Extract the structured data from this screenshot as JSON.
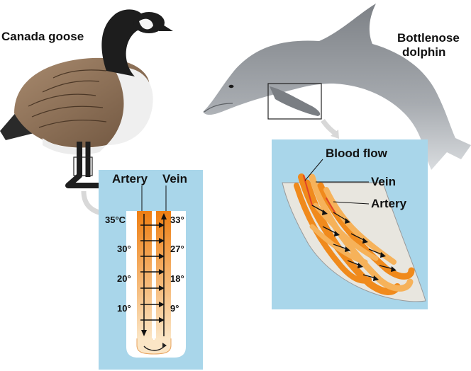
{
  "animals": {
    "goose": "Canada goose",
    "dolphin_line1": "Bottlenose",
    "dolphin_line2": "dolphin"
  },
  "goose_panel": {
    "artery_label": "Artery",
    "vein_label": "Vein",
    "artery_temps": [
      "35°C",
      "30°",
      "20°",
      "10°"
    ],
    "vein_temps": [
      "33°",
      "27°",
      "18°",
      "9°"
    ]
  },
  "dolphin_panel": {
    "blood_flow_label": "Blood flow",
    "vein_label": "Vein",
    "artery_label": "Artery"
  },
  "colors": {
    "panel_bg": "#a9d6ea",
    "artery_orange": "#f08a1c",
    "vein_orange": "#f6b25a",
    "arrow": "#1a1a1a",
    "body_gray": "#9a9ea3"
  }
}
